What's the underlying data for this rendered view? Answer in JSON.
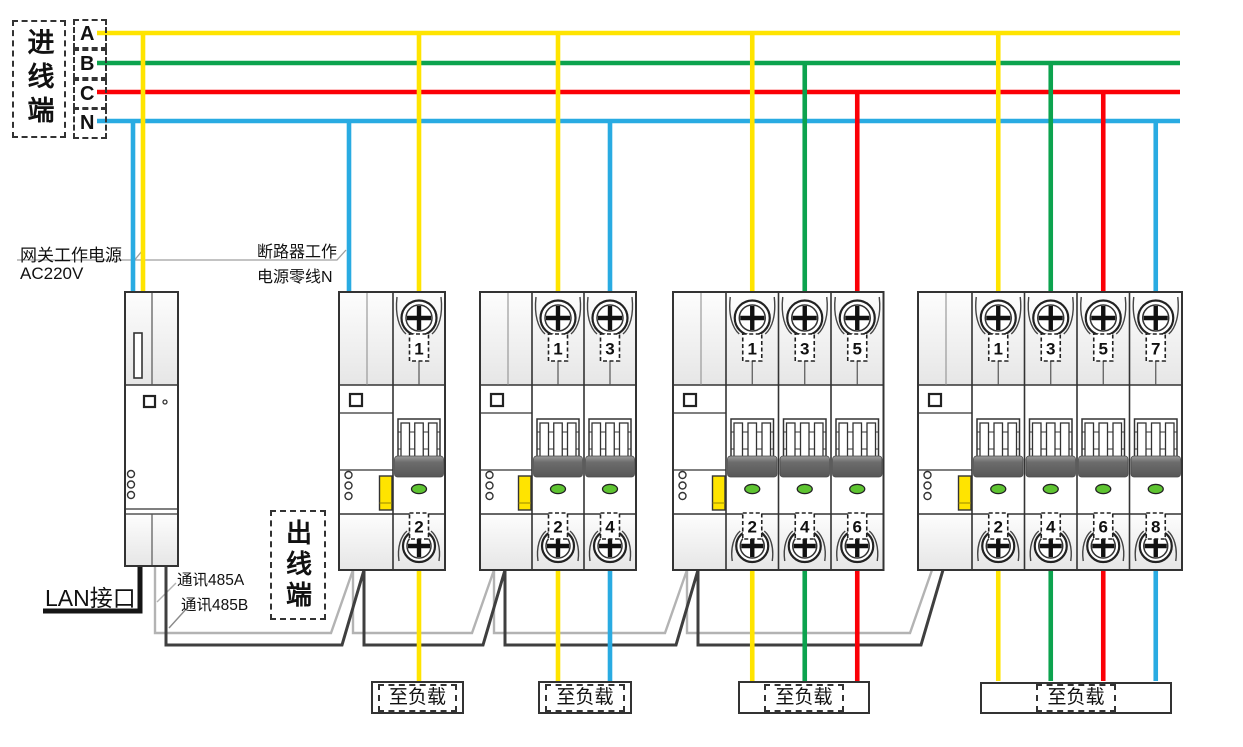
{
  "diagram": {
    "incoming_terminal_label": "进线端",
    "outgoing_terminal_label": "出线端",
    "phase_labels": [
      "A",
      "B",
      "C",
      "N"
    ],
    "load_label": "至负载",
    "gateway_power_label": [
      "网关工作电源",
      "AC220V"
    ],
    "breaker_power_label": [
      "断路器工作",
      "电源零线N"
    ],
    "lan_label": "LAN接口",
    "comm_485a_label": "通讯485A",
    "comm_485b_label": "通讯485B"
  },
  "colors": {
    "phase_a_yellow": "#ffe400",
    "phase_b_green": "#0ca34e",
    "phase_c_red": "#fb0006",
    "neutral_blue": "#29abe2",
    "comm_485a_gray": "#b3b3b3",
    "comm_485b_dark": "#3f3f3f",
    "lan_black": "#151515",
    "led_green": "#5ec431",
    "handle_yellow": "#ffe400",
    "leader_gray": "#9f9f9f"
  },
  "gateway": {
    "power_drop_phases": [
      "N",
      "A"
    ]
  },
  "breaker_groups": [
    {
      "pole_phases": [
        "A"
      ],
      "top_terminal_numbers": [
        "1"
      ],
      "bottom_terminal_numbers": [
        "2"
      ],
      "controller_neutral_drop": true
    },
    {
      "pole_phases": [
        "A",
        "N"
      ],
      "top_terminal_numbers": [
        "1",
        "3"
      ],
      "bottom_terminal_numbers": [
        "2",
        "4"
      ],
      "controller_neutral_drop": false
    },
    {
      "pole_phases": [
        "A",
        "B",
        "C"
      ],
      "top_terminal_numbers": [
        "1",
        "3",
        "5"
      ],
      "bottom_terminal_numbers": [
        "2",
        "4",
        "6"
      ],
      "controller_neutral_drop": false
    },
    {
      "pole_phases": [
        "A",
        "B",
        "C",
        "N"
      ],
      "top_terminal_numbers": [
        "1",
        "3",
        "5",
        "7"
      ],
      "bottom_terminal_numbers": [
        "2",
        "4",
        "6",
        "8"
      ],
      "controller_neutral_drop": false
    }
  ]
}
